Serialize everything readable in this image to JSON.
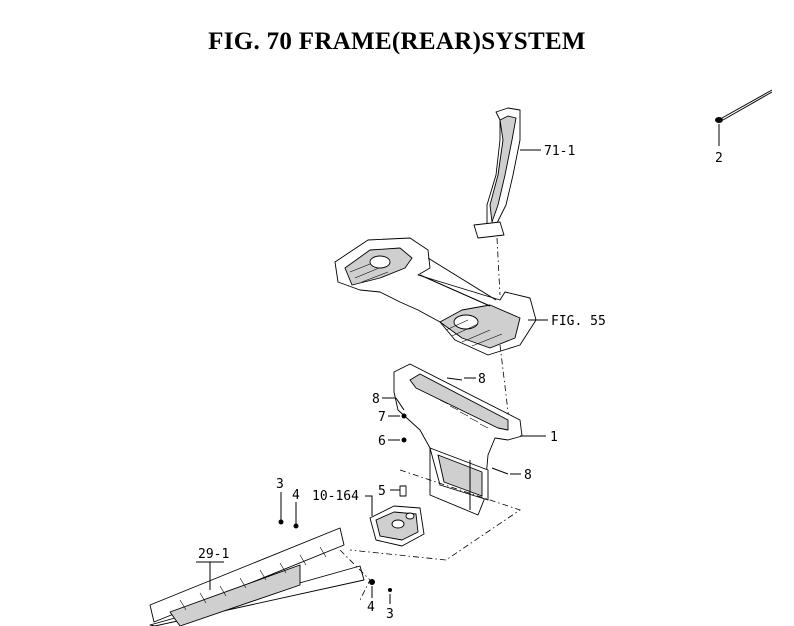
{
  "title": "FIG. 70  FRAME(REAR)SYSTEM",
  "callouts": {
    "c71_1": "71-1",
    "c2": "2",
    "fig55": "FIG. 55",
    "c8a": "8",
    "c8b": "8",
    "c7": "7",
    "c6": "6",
    "c1": "1",
    "c8c": "8",
    "c5": "5",
    "c10_164": "10-164",
    "c3a": "3",
    "c4a": "4",
    "c29_1": "29-1",
    "c4b": "4",
    "c3b": "3"
  }
}
